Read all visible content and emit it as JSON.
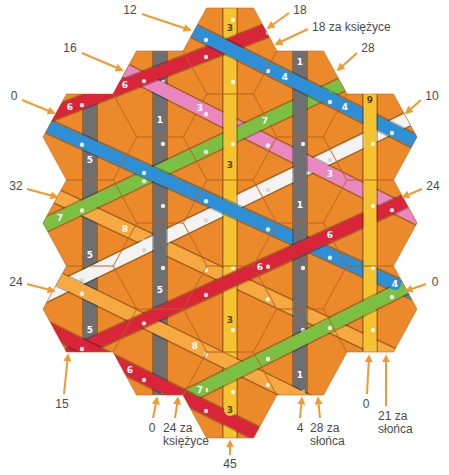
{
  "diagram": {
    "labels": [
      "12",
      "16",
      "18",
      "18 za księżyce",
      "28",
      "0",
      "10",
      "32",
      "24",
      "24",
      "0",
      "15",
      "0",
      "24 za księżyce",
      "4",
      "28 za słońca",
      "0",
      "21 za słońca",
      "45",
      "3",
      "1",
      "4",
      "6",
      "9",
      "4",
      "6",
      "3",
      "1",
      "7",
      "5",
      "3",
      "3",
      "1",
      "7",
      "8",
      "6",
      "5",
      "6",
      "4",
      "5",
      "3",
      "5",
      "8",
      "6",
      "1",
      "7",
      "3"
    ]
  }
}
